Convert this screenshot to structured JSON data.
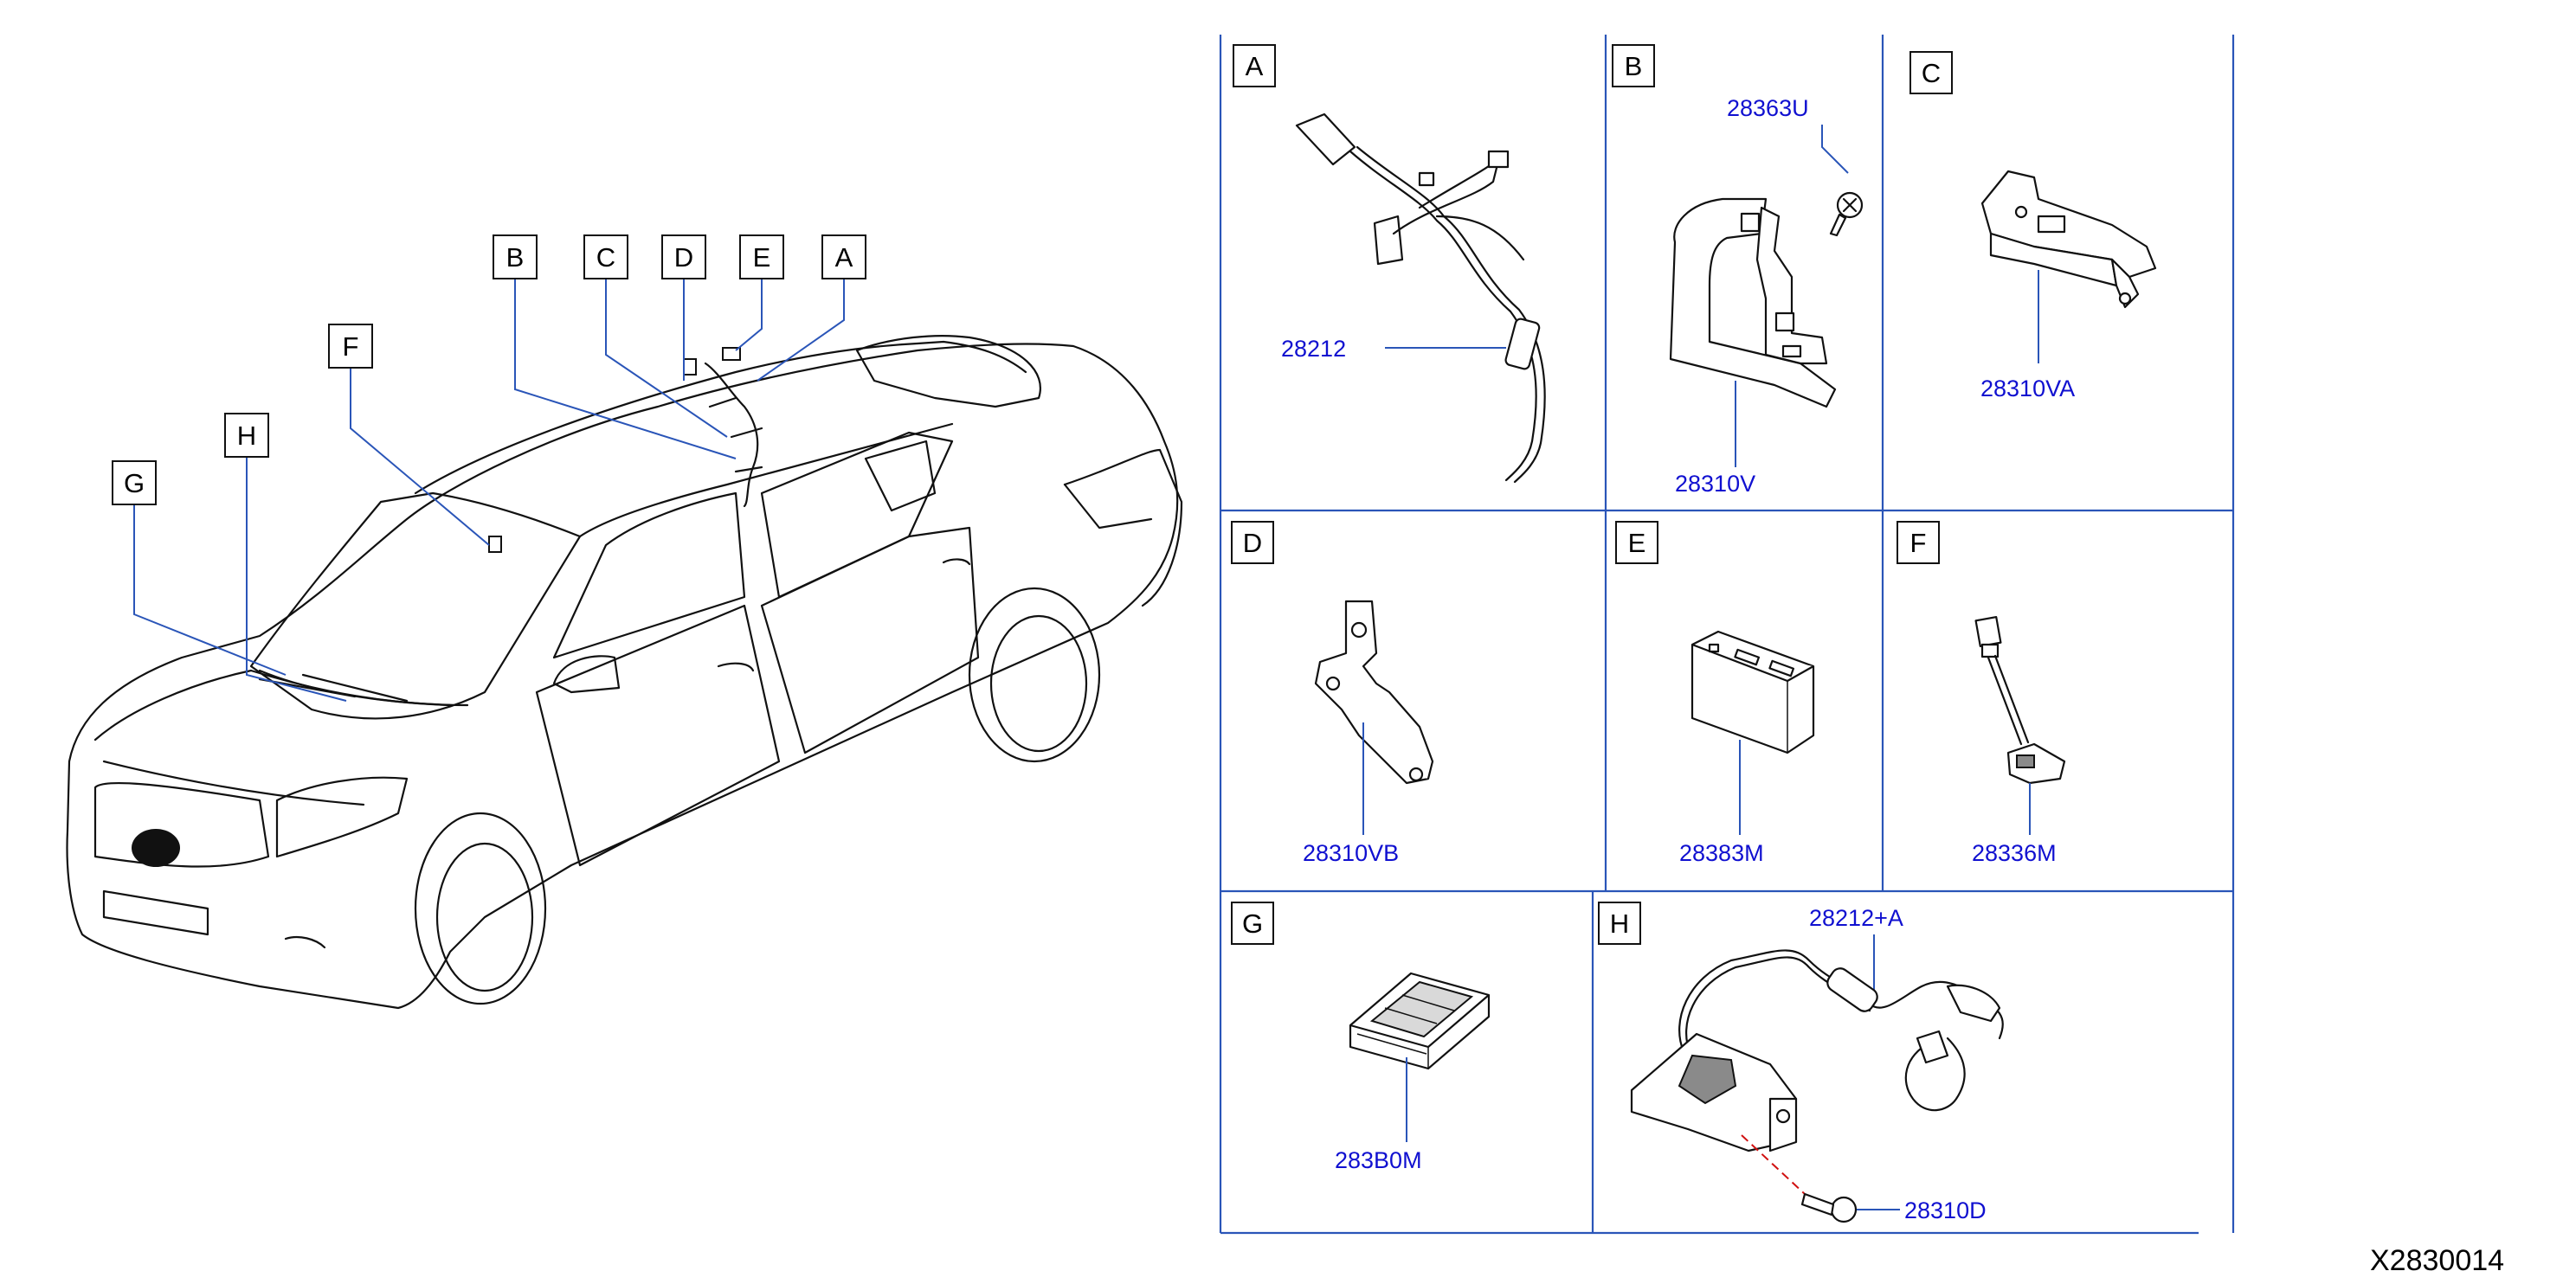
{
  "diagram": {
    "callouts": [
      {
        "letter": "B"
      },
      {
        "letter": "C"
      },
      {
        "letter": "D"
      },
      {
        "letter": "E"
      },
      {
        "letter": "A"
      },
      {
        "letter": "F"
      },
      {
        "letter": "H"
      },
      {
        "letter": "G"
      }
    ],
    "panels": [
      {
        "letter": "A",
        "parts": [
          "28212"
        ]
      },
      {
        "letter": "B",
        "parts": [
          "28363U",
          "28310V"
        ]
      },
      {
        "letter": "C",
        "parts": [
          "28310VA"
        ]
      },
      {
        "letter": "D",
        "parts": [
          "28310VB"
        ]
      },
      {
        "letter": "E",
        "parts": [
          "28383M"
        ]
      },
      {
        "letter": "F",
        "parts": [
          "28336M"
        ]
      },
      {
        "letter": "G",
        "parts": [
          "283B0M"
        ]
      },
      {
        "letter": "H",
        "parts": [
          "28212+A",
          "28310D"
        ]
      }
    ],
    "diagram_code": "X2830014",
    "colors": {
      "part_number": "#1010d0",
      "leader": "#2a55b8",
      "frame": "#2a55b8",
      "outline": "#111111"
    }
  }
}
